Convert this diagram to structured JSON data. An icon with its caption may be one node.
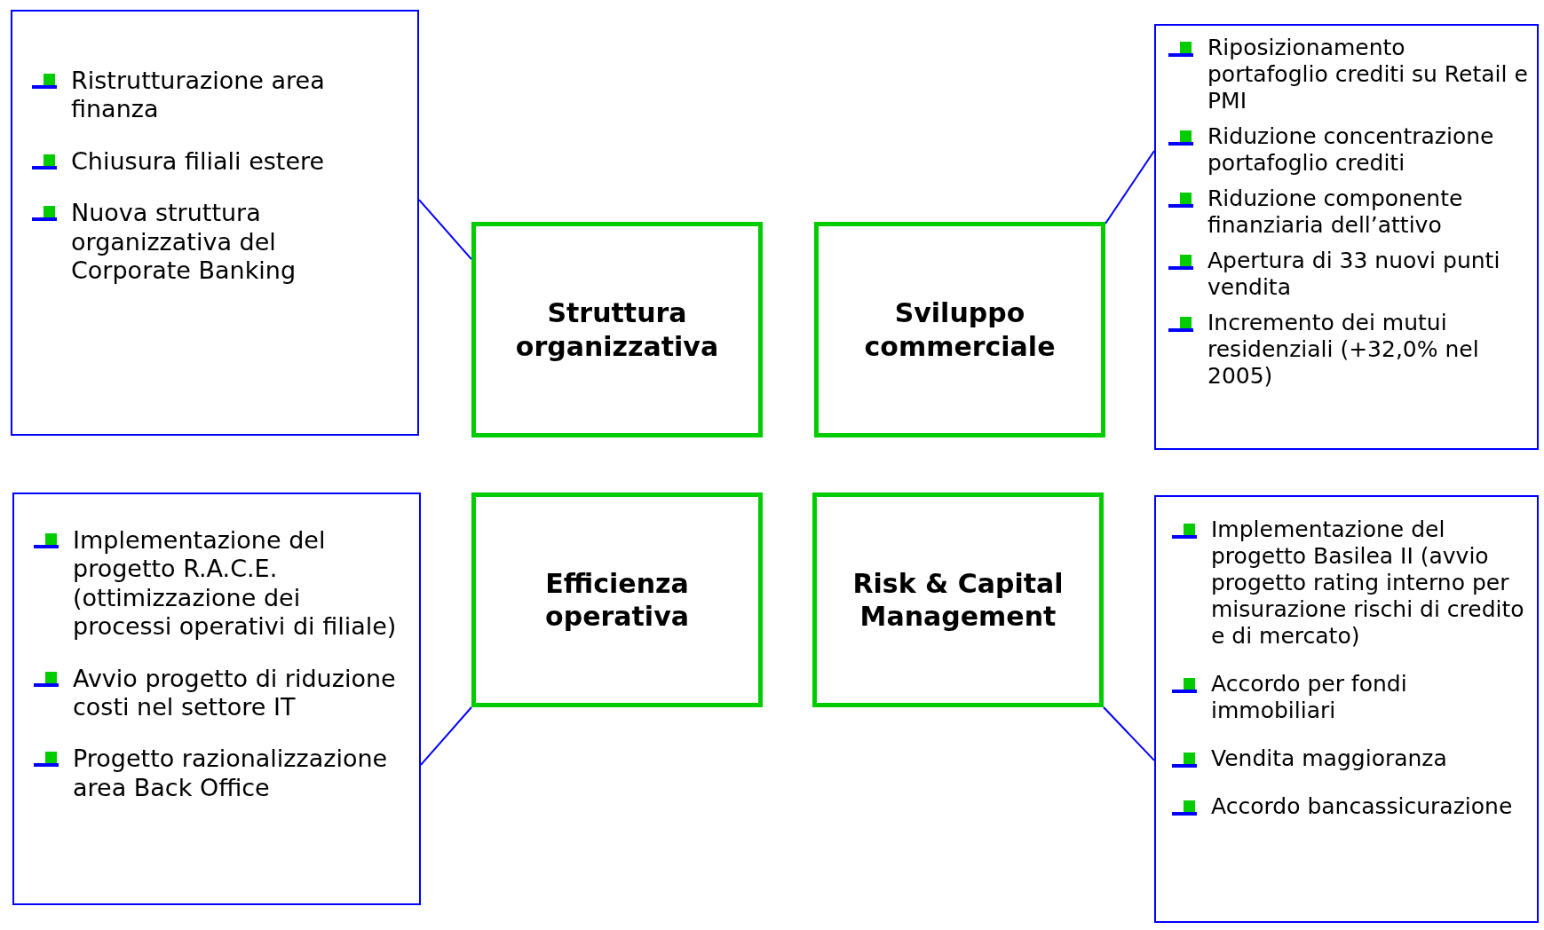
{
  "diagram": {
    "nodes": [
      {
        "text": [
          "Ristrutturazione area finanza",
          "Chiusura filiali estere",
          "Nuova struttura organizzativa del Corporate Banking"
        ]
      },
      {
        "text": [
          "Struttura organizzativa"
        ]
      },
      {
        "text": [
          "Sviluppo commerciale"
        ]
      },
      {
        "text": [
          "Riposizionamento portafoglio crediti su Retail e PMI",
          "Riduzione concentrazione portafoglio crediti",
          "Riduzione componente finanziaria dell’attivo",
          "Apertura di 33 nuovi punti vendita",
          "Incremento dei mutui residenziali (+32,0% nel 2005)"
        ]
      },
      {
        "text": [
          "Implementazione del progetto R.A.C.E. (ottimizzazione dei processi operativi di filiale)",
          "Avvio progetto di riduzione costi nel settore IT",
          "Progetto razionalizzazione area Back Office"
        ]
      },
      {
        "text": [
          "Efficienza operativa"
        ]
      },
      {
        "text": [
          "Risk & Capital Management"
        ]
      },
      {
        "text": [
          "Implementazione del progetto Basilea II (avvio progetto rating interno per misurazione rischi di credito e di mercato)",
          "Accordo per fondi immobiliari",
          "Vendita maggioranza",
          "Accordo bancassicurazione"
        ]
      }
    ],
    "edges": [
      {
        "from": 0,
        "to": 1,
        "arrow": "none"
      },
      {
        "from": 2,
        "to": 3,
        "arrow": "none"
      },
      {
        "from": 4,
        "to": 5,
        "arrow": "none"
      },
      {
        "from": 6,
        "to": 7,
        "arrow": "none"
      }
    ]
  }
}
